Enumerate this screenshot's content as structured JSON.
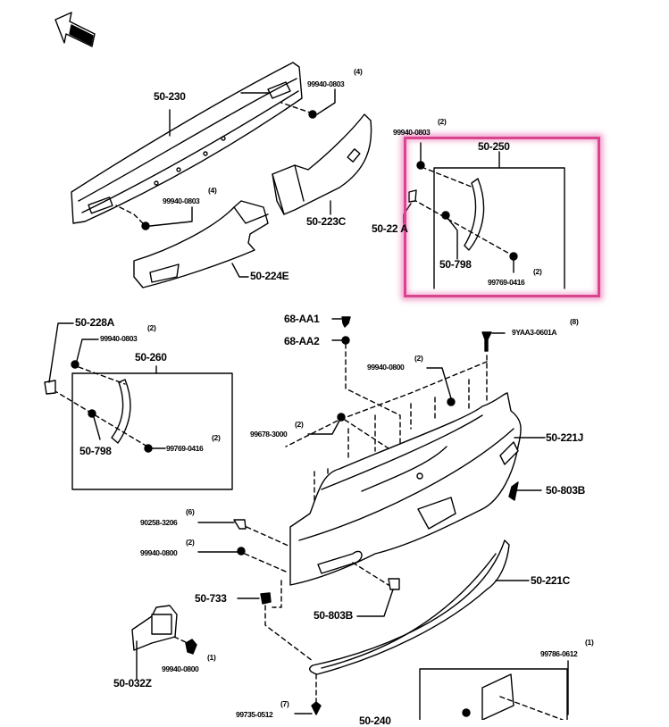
{
  "diagram": {
    "title": "Rear bumper exploded parts diagram",
    "direction_badge": "FWD",
    "highlight_color": "#d9448f",
    "parts": [
      {
        "id": "p-50-230",
        "label": "50-230"
      },
      {
        "id": "p-99940-0803-a",
        "label": "99940-0803",
        "qty": "(4)"
      },
      {
        "id": "p-99940-0803-b",
        "label": "99940-0803",
        "qty": "(4)"
      },
      {
        "id": "p-50-223C",
        "label": "50-223C"
      },
      {
        "id": "p-50-224E",
        "label": "50-224E"
      },
      {
        "id": "p-99940-0803-c",
        "label": "99940-0803",
        "qty": "(2)"
      },
      {
        "id": "p-50-250",
        "label": "50-250"
      },
      {
        "id": "p-50-228A-r",
        "label": "50-22 A"
      },
      {
        "id": "p-50-798-r",
        "label": "50-798"
      },
      {
        "id": "p-99769-0416-r",
        "label": "99769-0416",
        "qty": "(2)"
      },
      {
        "id": "p-50-228A-l",
        "label": "50-228A"
      },
      {
        "id": "p-99940-0803-d",
        "label": "99940-0803",
        "qty": "(2)"
      },
      {
        "id": "p-50-260",
        "label": "50-260"
      },
      {
        "id": "p-50-798-l",
        "label": "50-798"
      },
      {
        "id": "p-99769-0416-l",
        "label": "99769-0416",
        "qty": "(2)"
      },
      {
        "id": "p-68-AA1",
        "label": "68-AA1"
      },
      {
        "id": "p-68-AA2",
        "label": "68-AA2"
      },
      {
        "id": "p-9YAA3-0601A",
        "label": "9YAA3-0601A",
        "qty": "(8)"
      },
      {
        "id": "p-99940-0800-a",
        "label": "99940-0800",
        "qty": "(2)"
      },
      {
        "id": "p-99678-3000",
        "label": "99678-3000",
        "qty": "(2)"
      },
      {
        "id": "p-50-221J",
        "label": "50-221J"
      },
      {
        "id": "p-50-803B-r",
        "label": "50-803B"
      },
      {
        "id": "p-90258-3206",
        "label": "90258-3206",
        "qty": "(6)"
      },
      {
        "id": "p-99940-0800-b",
        "label": "99940-0800",
        "qty": "(2)"
      },
      {
        "id": "p-50-221C",
        "label": "50-221C"
      },
      {
        "id": "p-50-733",
        "label": "50-733"
      },
      {
        "id": "p-50-803B-l",
        "label": "50-803B"
      },
      {
        "id": "p-99786-0612",
        "label": "99786-0612",
        "qty": "(1)"
      },
      {
        "id": "p-99940-0800-c",
        "label": "99940-0800",
        "qty": "(1)"
      },
      {
        "id": "p-50-032Z",
        "label": "50-032Z"
      },
      {
        "id": "p-99735-0512",
        "label": "99735-0512",
        "qty": "(7)"
      },
      {
        "id": "p-50-240",
        "label": "50-240"
      }
    ]
  }
}
